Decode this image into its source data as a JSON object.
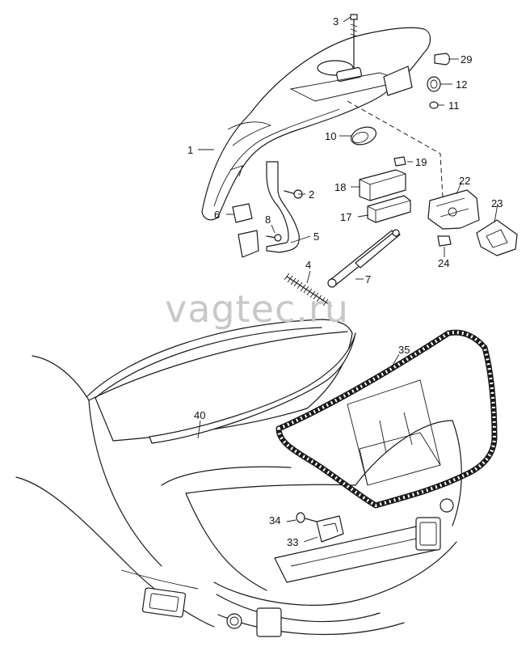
{
  "watermark": "vagtec.ru",
  "callouts": {
    "c1": "1",
    "c2": "2",
    "c3": "3",
    "c4": "4",
    "c5": "5",
    "c6": "6",
    "c7": "7",
    "c8": "8",
    "c10": "10",
    "c11": "11",
    "c12": "12",
    "c17": "17",
    "c18": "18",
    "c19": "19",
    "c22": "22",
    "c23": "23",
    "c24": "24",
    "c29": "29",
    "c33": "33",
    "c34": "34",
    "c35": "35",
    "c40": "40"
  }
}
